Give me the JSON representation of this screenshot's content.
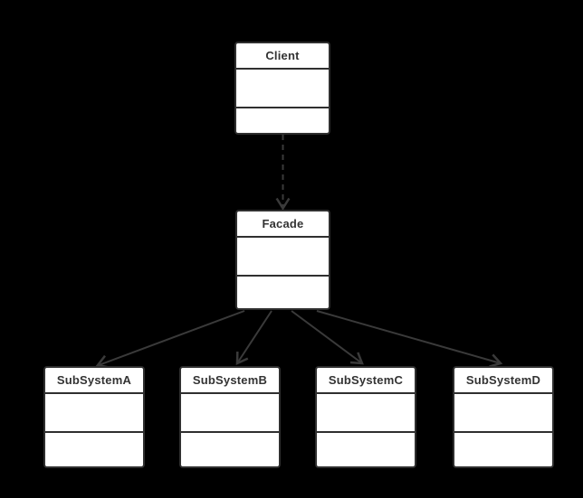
{
  "diagram": {
    "kind": "uml-class-diagram",
    "background_color": "#000000",
    "node_fill_color": "#ffffff",
    "node_border_color": "#2f2f2f",
    "edge_color": "#3a3a3a",
    "text_color": "#333333",
    "nodes": [
      {
        "id": "client",
        "label": "Client",
        "compartments": [
          "name",
          "attributes",
          "methods"
        ]
      },
      {
        "id": "facade",
        "label": "Facade",
        "compartments": [
          "name",
          "attributes",
          "methods"
        ]
      },
      {
        "id": "subsystem-a",
        "label": "SubSystemA",
        "compartments": [
          "name",
          "attributes",
          "methods"
        ]
      },
      {
        "id": "subsystem-b",
        "label": "SubSystemB",
        "compartments": [
          "name",
          "attributes",
          "methods"
        ]
      },
      {
        "id": "subsystem-c",
        "label": "SubSystemC",
        "compartments": [
          "name",
          "attributes",
          "methods"
        ]
      },
      {
        "id": "subsystem-d",
        "label": "SubSystemD",
        "compartments": [
          "name",
          "attributes",
          "methods"
        ]
      }
    ],
    "edges": [
      {
        "from": "Client",
        "to": "Facade",
        "line": "dashed",
        "arrowhead": "open"
      },
      {
        "from": "Facade",
        "to": "SubSystemA",
        "line": "solid",
        "arrowhead": "open"
      },
      {
        "from": "Facade",
        "to": "SubSystemB",
        "line": "solid",
        "arrowhead": "open"
      },
      {
        "from": "Facade",
        "to": "SubSystemC",
        "line": "solid",
        "arrowhead": "open"
      },
      {
        "from": "Facade",
        "to": "SubSystemD",
        "line": "solid",
        "arrowhead": "open"
      }
    ]
  }
}
